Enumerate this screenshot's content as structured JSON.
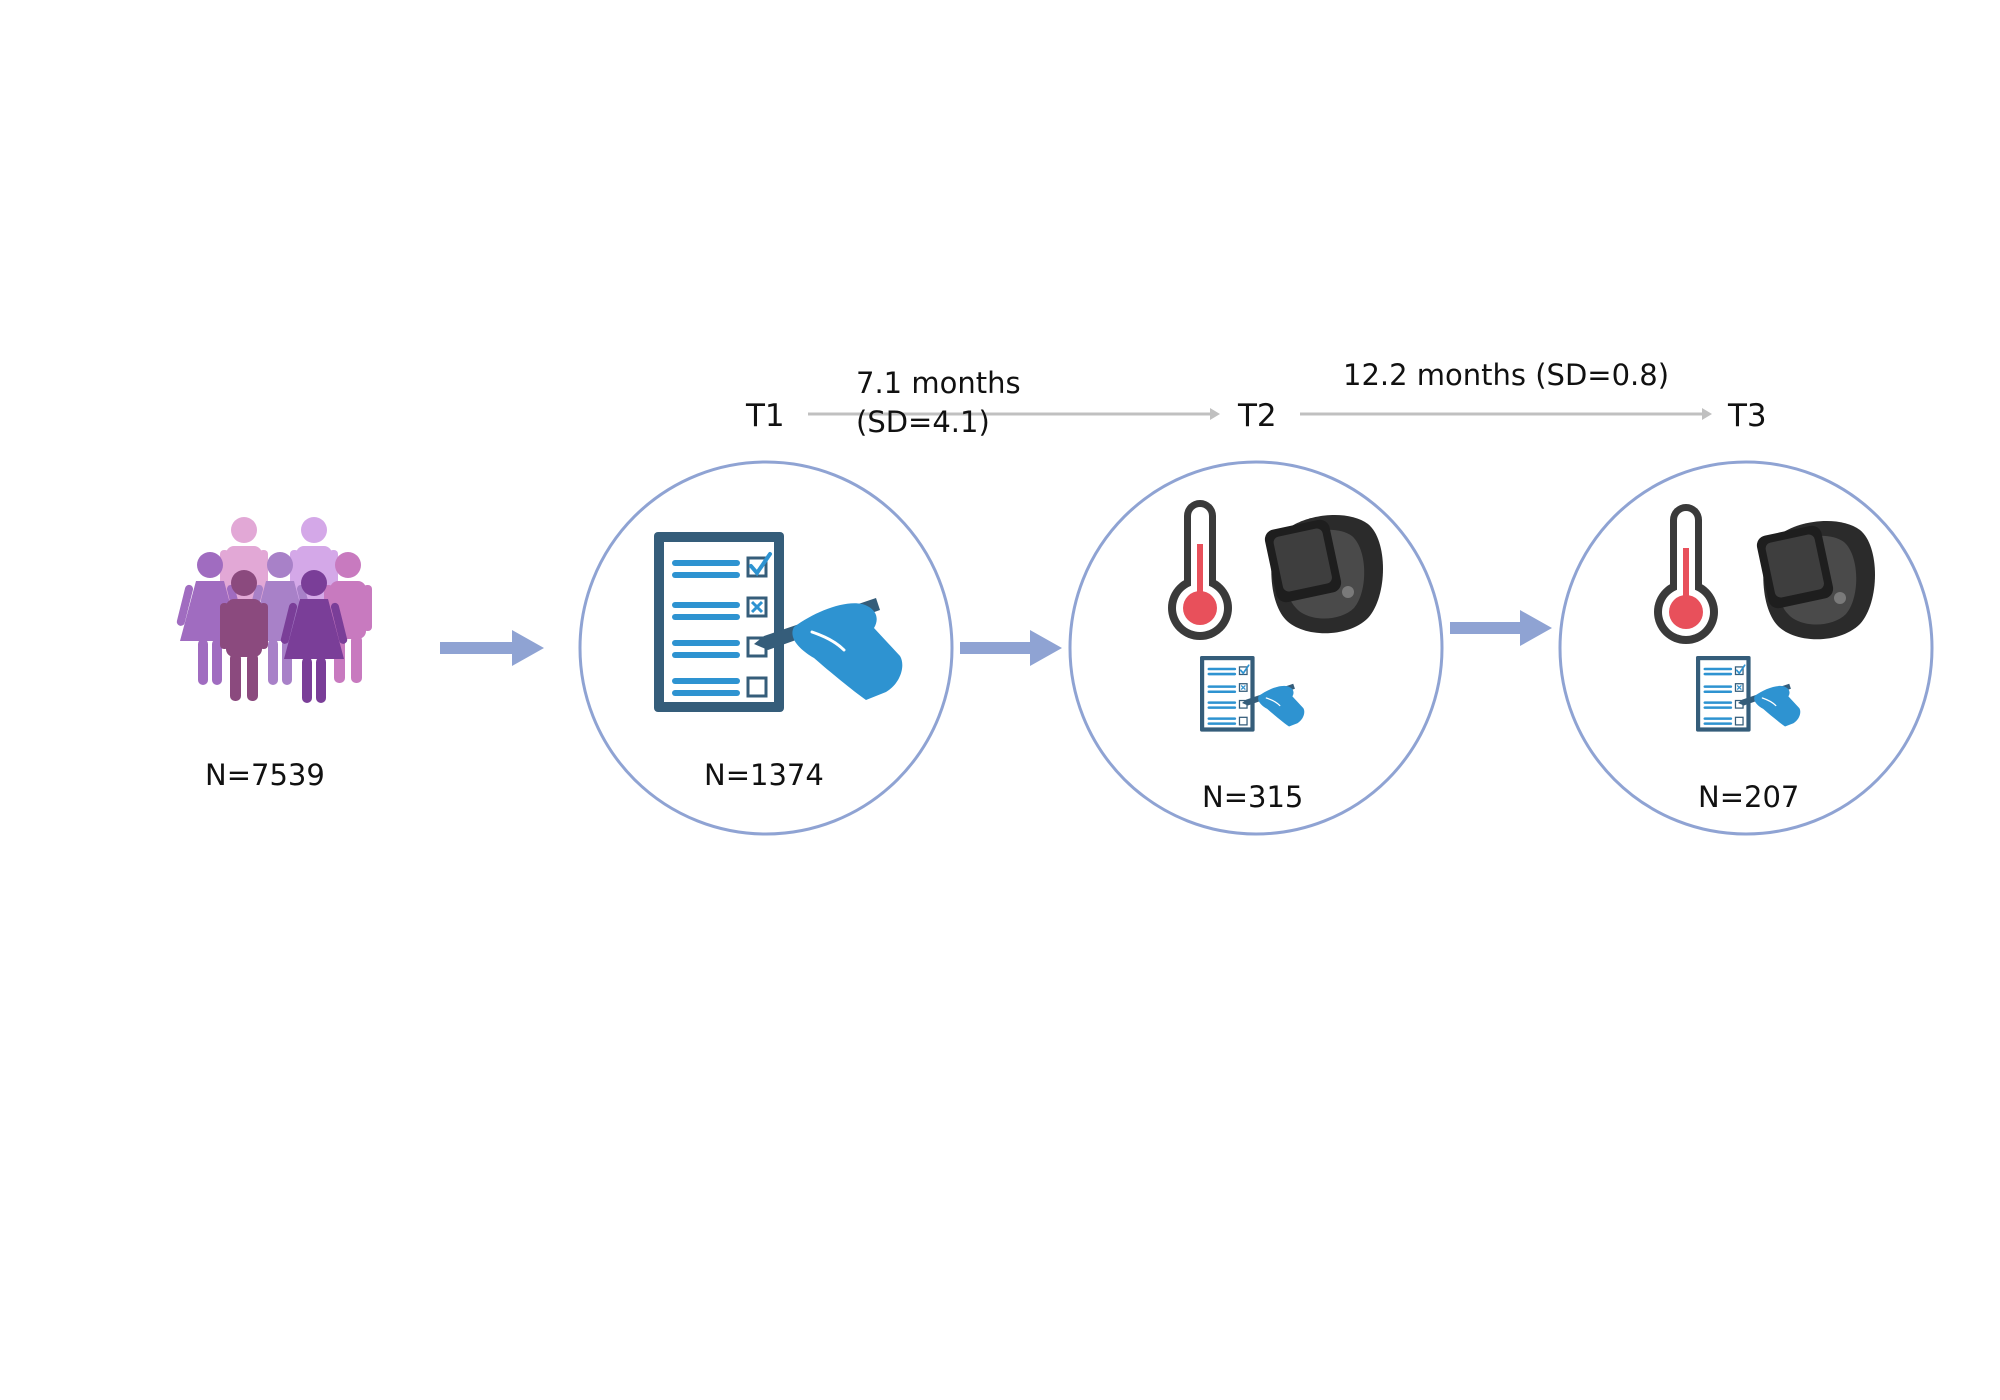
{
  "colors": {
    "accent": "#8fa3d3",
    "timeline": "#c0c0c0",
    "checklist_dark": "#355d7a",
    "checklist_blue": "#2e93d1",
    "thermometer_red": "#e8505b",
    "device_dark": "#3a3a3a",
    "people": [
      "#e2a8d6",
      "#d4a8e8",
      "#a06cc0",
      "#c87abf",
      "#8b4a7e",
      "#7a3e98"
    ]
  },
  "icons": [
    "people-group-icon",
    "checklist-hand-icon",
    "thermometer-icon",
    "smartwatch-icon",
    "arrow-right-icon"
  ],
  "population": {
    "n_label": "N=7539"
  },
  "timepoints": [
    {
      "label": "T1",
      "n_label": "N=1374",
      "measures": [
        "questionnaire"
      ]
    },
    {
      "label": "T2",
      "n_label": "N=315",
      "measures": [
        "temperature",
        "wearable",
        "questionnaire"
      ]
    },
    {
      "label": "T3",
      "n_label": "N=207",
      "measures": [
        "temperature",
        "wearable",
        "questionnaire"
      ]
    }
  ],
  "intervals": [
    {
      "line1": "7.1 months",
      "line2": "(SD=4.1)"
    },
    {
      "text": "12.2 months (SD=0.8)"
    }
  ]
}
